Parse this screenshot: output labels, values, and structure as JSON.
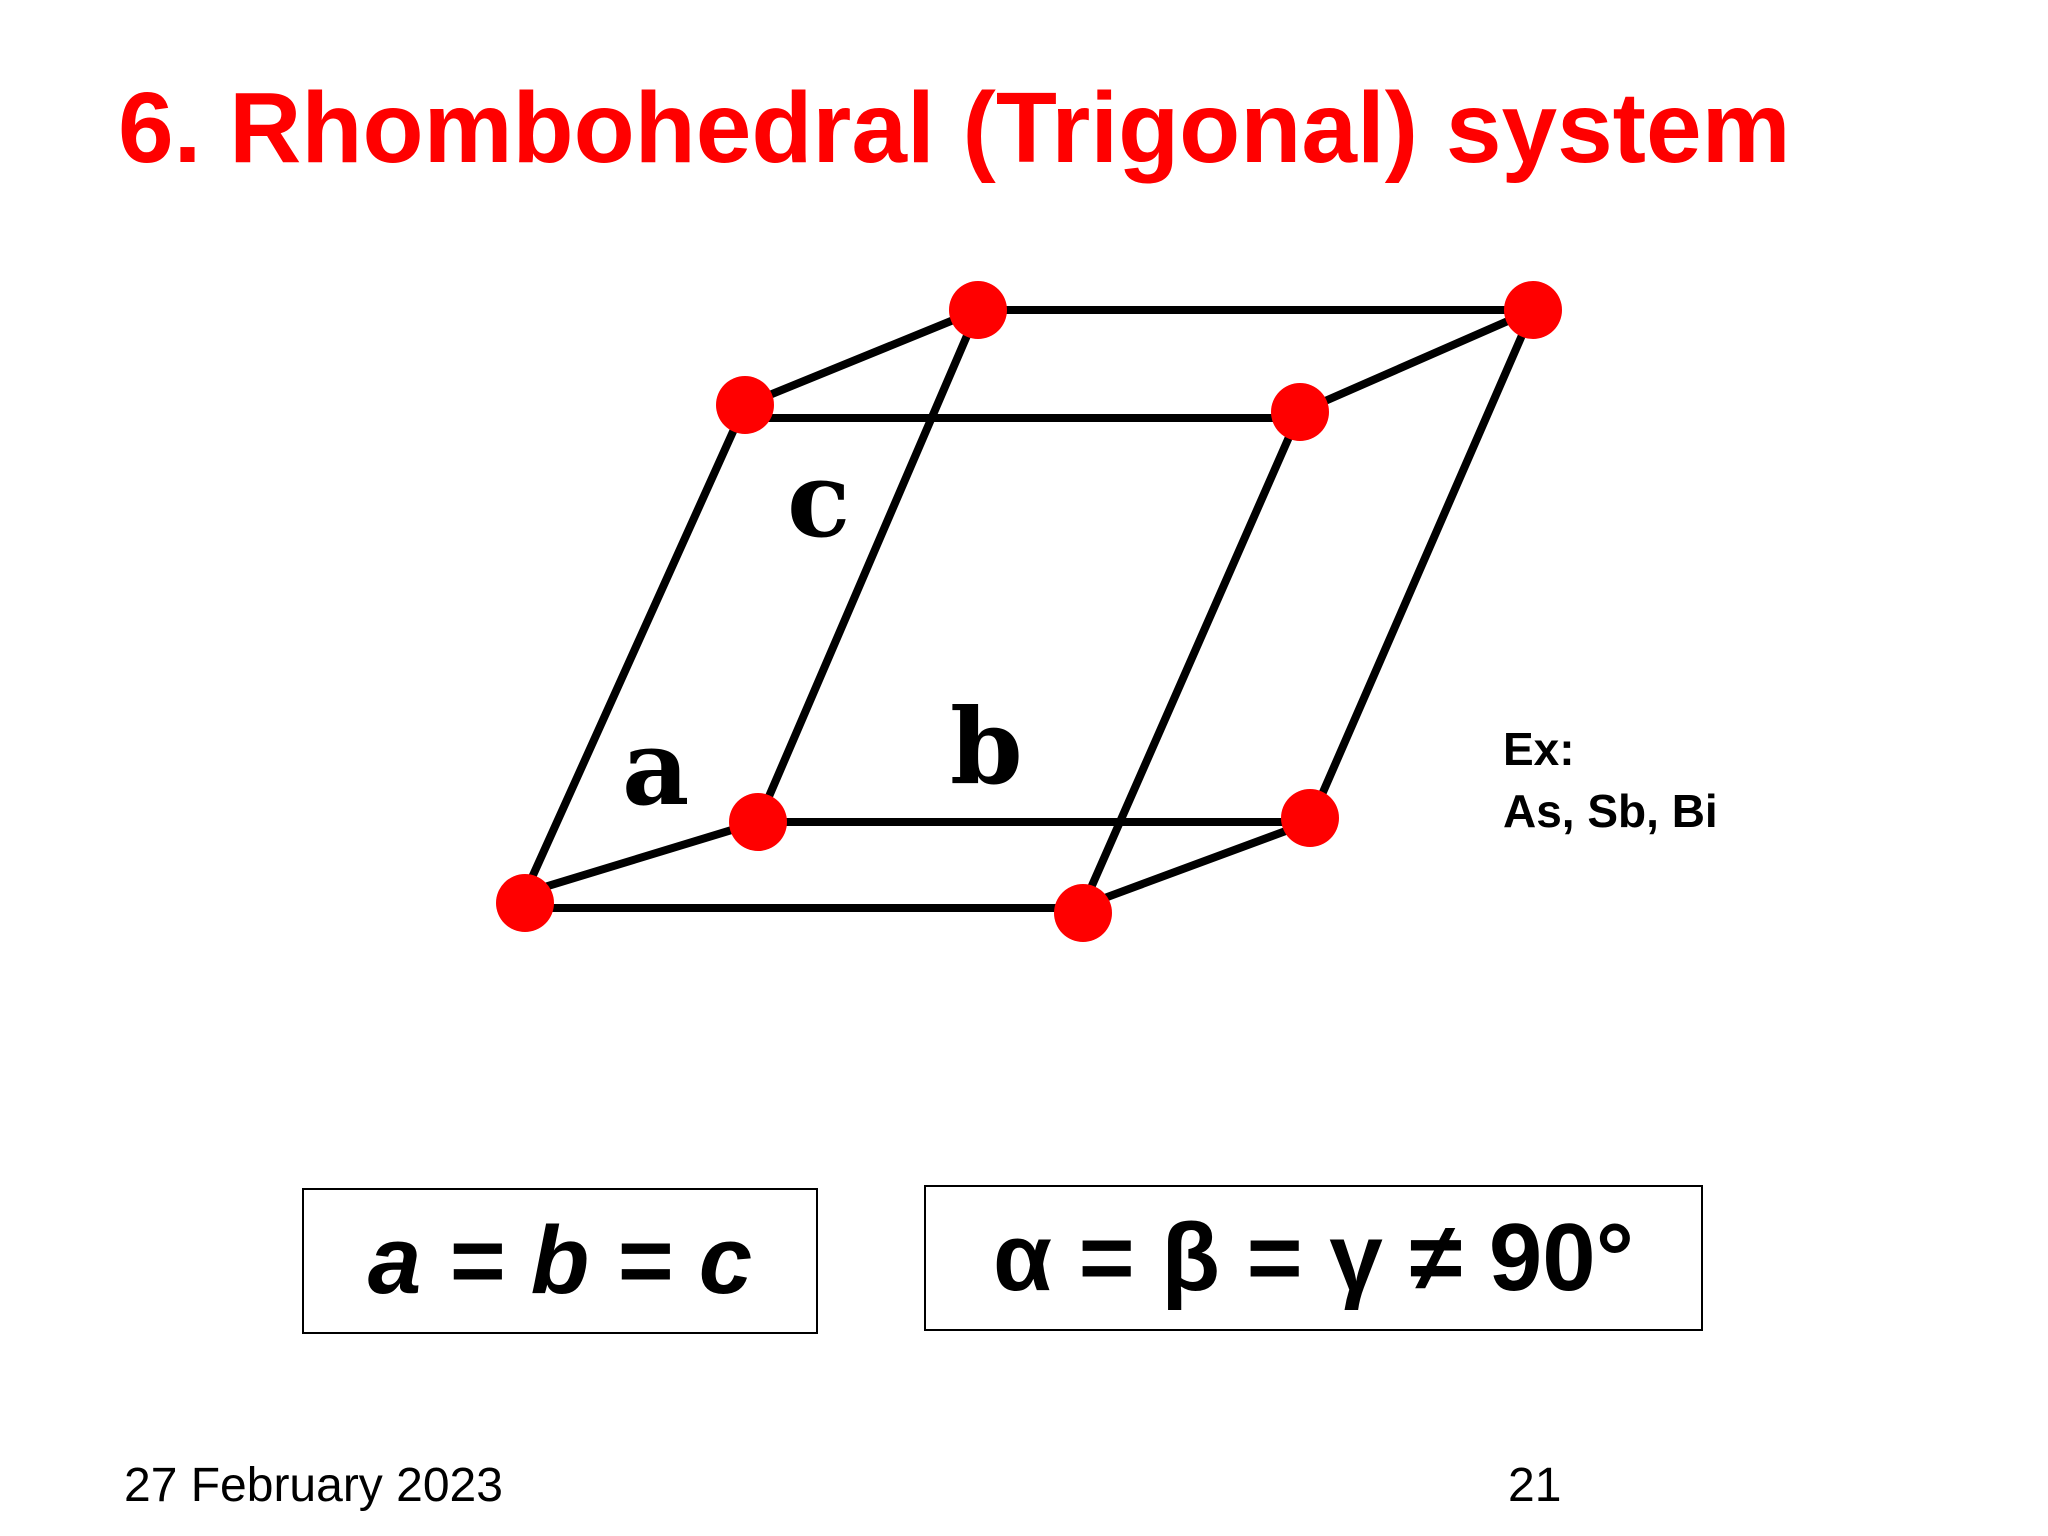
{
  "slide": {
    "title": "6. Rhombohedral (Trigonal) system",
    "example_heading": "Ex:",
    "example_elements": "As, Sb, Bi",
    "lengths_relation": "a = b = c",
    "angles_relation": "α = β = γ ≠ 90°",
    "date": "27 February 2023",
    "page_number": "21"
  },
  "diagram": {
    "axis_labels": {
      "a": "a",
      "b": "b",
      "c": "c"
    },
    "colors": {
      "atom": "#ff0000",
      "edge": "#000000",
      "title": "#ff0000"
    }
  }
}
